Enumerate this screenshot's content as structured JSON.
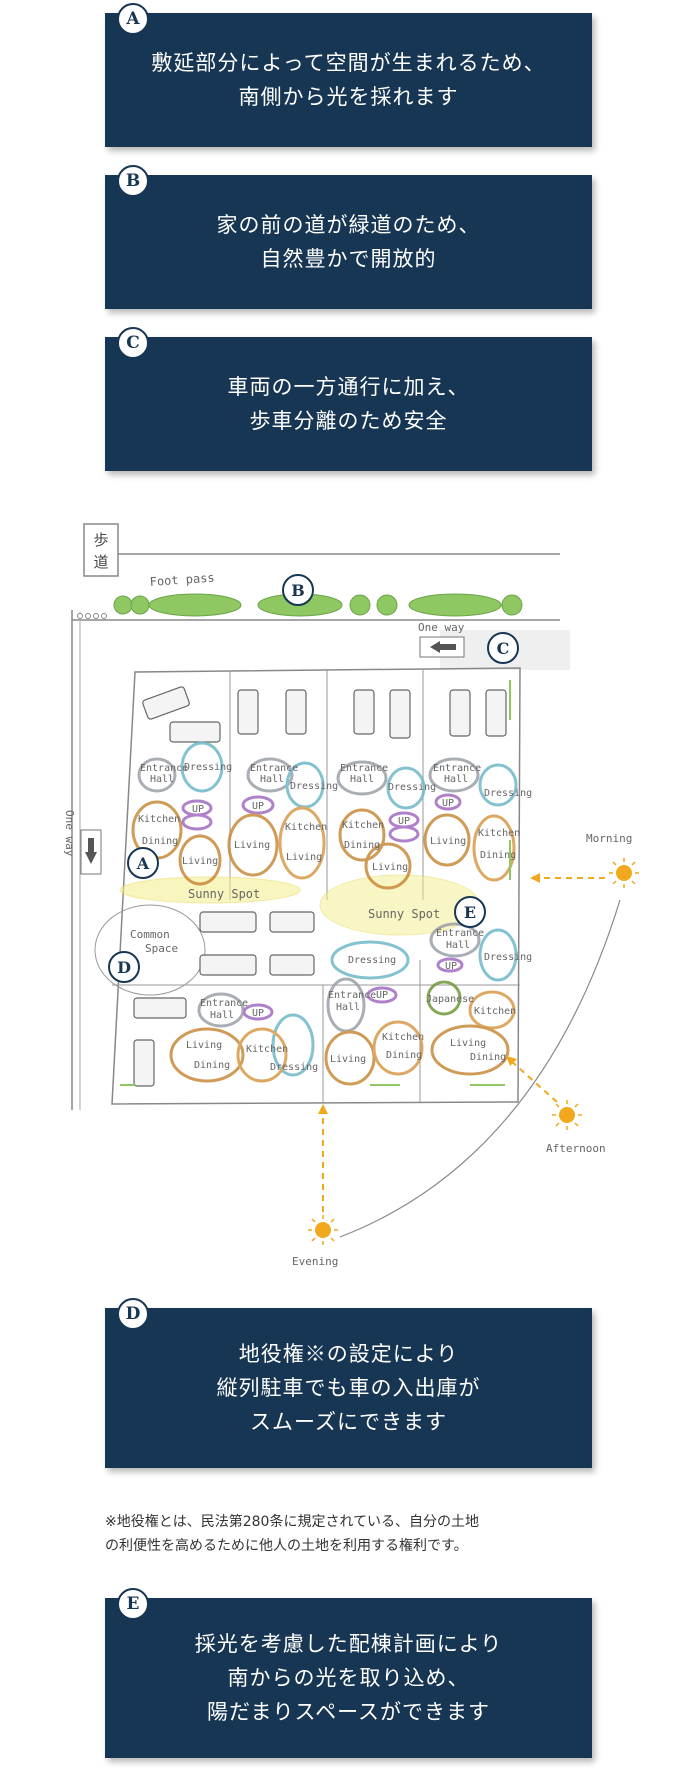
{
  "cards": [
    {
      "badge": "A",
      "lines": [
        "敷延部分によって空間が生まれるため、",
        "南側から光を採れます"
      ]
    },
    {
      "badge": "B",
      "lines": [
        "家の前の道が緑道のため、",
        "自然豊かで開放的"
      ]
    },
    {
      "badge": "C",
      "lines": [
        "車両の一方通行に加え、",
        "歩車分離のため安全"
      ]
    },
    {
      "badge": "D",
      "lines": [
        "地役権※の設定により",
        "縦列駐車でも車の入出庫が",
        "スムーズにできます"
      ]
    },
    {
      "badge": "E",
      "lines": [
        "採光を考慮した配棟計画により",
        "南からの光を取り込め、",
        "陽だまりスペースができます"
      ]
    }
  ],
  "footnote": {
    "lines": [
      "※地役権とは、民法第280条に規定されている、自分の土地",
      "の利便性を高めるために他人の土地を利用する権利です。"
    ]
  },
  "map": {
    "sidewalk": [
      "歩",
      "道"
    ],
    "foot_pass": "Foot pass",
    "one_way_top": "One way",
    "one_way_left": "One way",
    "markers": [
      "B",
      "C",
      "A",
      "D",
      "E"
    ],
    "sunny_spot_left": "Sunny Spot",
    "sunny_spot_right": "Sunny Spot",
    "common_space": [
      "Common",
      "Space"
    ],
    "sun_labels": {
      "morning": "Morning",
      "afternoon": "Afternoon",
      "evening": "Evening"
    },
    "room_labels": {
      "entrance": [
        "Entrance",
        "Hall"
      ],
      "dressing": "Dressing",
      "kitchen": "Kitchen",
      "dining": "Dining",
      "living": "Living",
      "up": "UP",
      "japanese": "Japanese"
    }
  },
  "colors": {
    "navy": "#173653",
    "sun": "#f2a81d",
    "living_ring": "#c88a3a",
    "kitchen_ring": "#d89a4a",
    "dressing_ring": "#6fb8c8",
    "up_ring": "#a26cc0",
    "hall_ring": "#9aa0a6",
    "japanese_ring": "#6f9a3c",
    "tree": "#8fc763",
    "sunny_glow": "#f3ee8a"
  }
}
